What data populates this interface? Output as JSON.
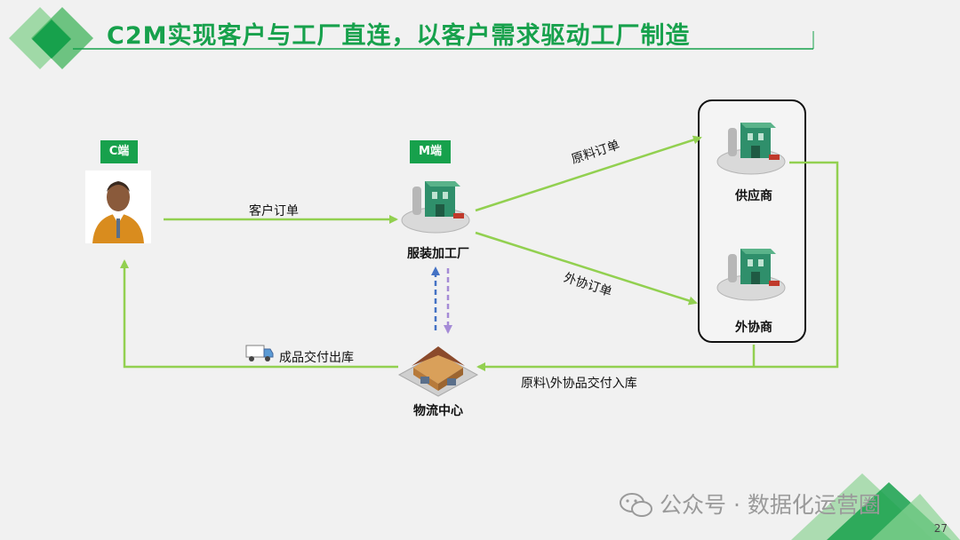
{
  "title": "C2M实现客户与工厂直连，以客户需求驱动工厂制造",
  "tags": {
    "c_end": "C端",
    "m_end": "M端"
  },
  "nodes": {
    "factory": "服装加工厂",
    "supplier": "供应商",
    "outsourcer": "外协商",
    "logistics": "物流中心"
  },
  "edges": {
    "customer_order": "客户订单",
    "material_order": "原料订单",
    "outsource_order": "外协订单",
    "finished_delivery": "成品交付出库",
    "material_delivery": "原料\\外协品交付入库"
  },
  "watermark": "公众号 · 数据化运营圈",
  "page_number": "27",
  "colors": {
    "accent": "#17a14c",
    "arrow": "#92d050",
    "dashed_blue": "#4472c4",
    "dashed_purple": "#a58bd6"
  }
}
